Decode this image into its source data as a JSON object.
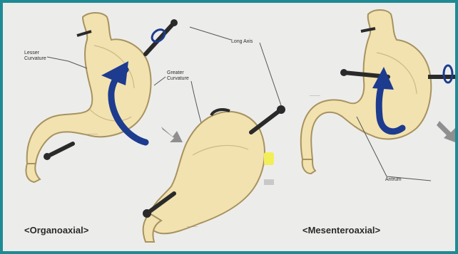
{
  "labels": {
    "lesser_curvature_line1": "Lesser",
    "lesser_curvature_line2": "Curvature",
    "long_axis": "Long Axis",
    "greater_curvature_line1": "Greater",
    "greater_curvature_line2": "Curvature",
    "antrum": "Antrum"
  },
  "captions": {
    "organoaxial": "<Organoaxial>",
    "mesenteroaxial": "<Mesenteroaxial>"
  },
  "colors": {
    "background": "#ecedeb",
    "border": "#1f8a94",
    "stomach_fill": "#f1e2b0",
    "stomach_outline": "#a8925f",
    "rotation_arrow": "#1d3b8f",
    "axis_rod": "#2a2a2a",
    "direction_arrow": "#8f8f8f",
    "highlight": "#f2ee5a"
  },
  "icons": {
    "rotation": "curved-arrow-icon",
    "direction": "gray-arrow-icon",
    "axis": "axis-rod-icon"
  }
}
